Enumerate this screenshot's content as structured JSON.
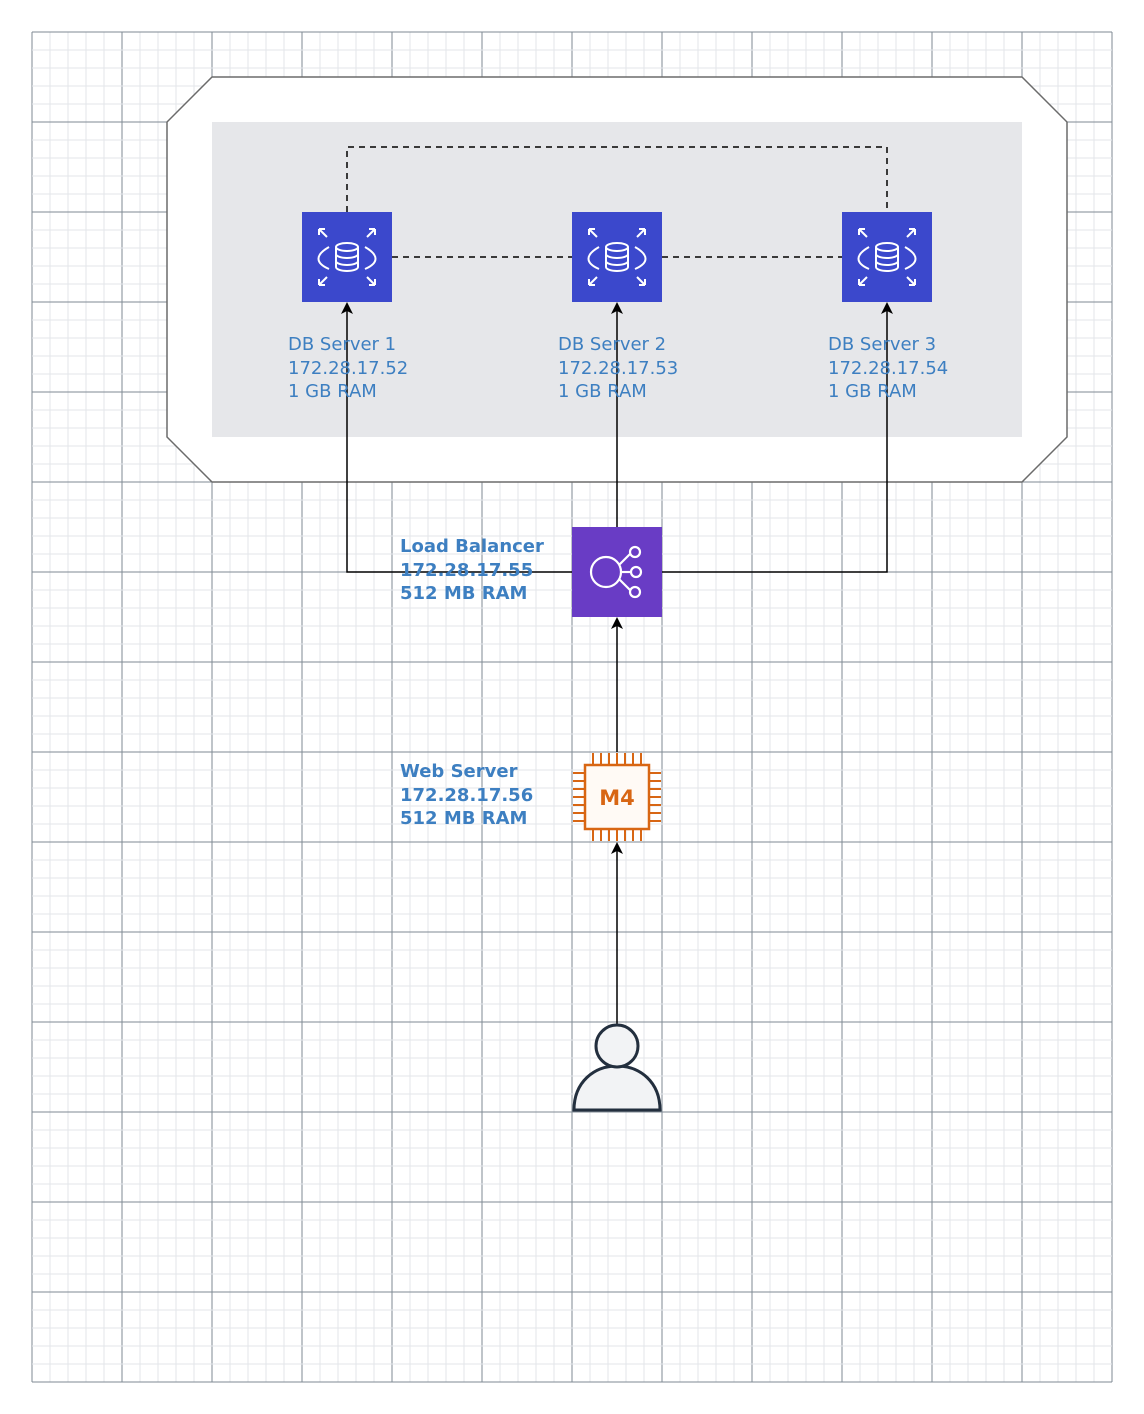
{
  "diagram": {
    "db_servers": [
      {
        "name": "DB Server 1",
        "ip": "172.28.17.52",
        "ram": "1 GB RAM",
        "icon": "database-icon"
      },
      {
        "name": "DB Server 2",
        "ip": "172.28.17.53",
        "ram": "1 GB RAM",
        "icon": "database-icon"
      },
      {
        "name": "DB Server 3",
        "ip": "172.28.17.54",
        "ram": "1 GB RAM",
        "icon": "database-icon"
      }
    ],
    "load_balancer": {
      "name": "Load Balancer",
      "ip": "172.28.17.55",
      "ram": "512 MB RAM",
      "icon": "load-balancer-icon"
    },
    "web_server": {
      "name": "Web Server",
      "ip": "172.28.17.56",
      "ram": "512 MB RAM",
      "chip_label": "M4",
      "icon": "instance-chip-icon"
    },
    "user": {
      "icon": "user-icon"
    },
    "colors": {
      "db_tile": "#3b48cc",
      "lb_tile": "#693cc5",
      "chip": "#d86613",
      "label": "#3d7fc1",
      "cluster_fill": "#e6e7ea",
      "grid_major": "#7f8a93",
      "grid_minor": "#e3e6ea"
    }
  }
}
